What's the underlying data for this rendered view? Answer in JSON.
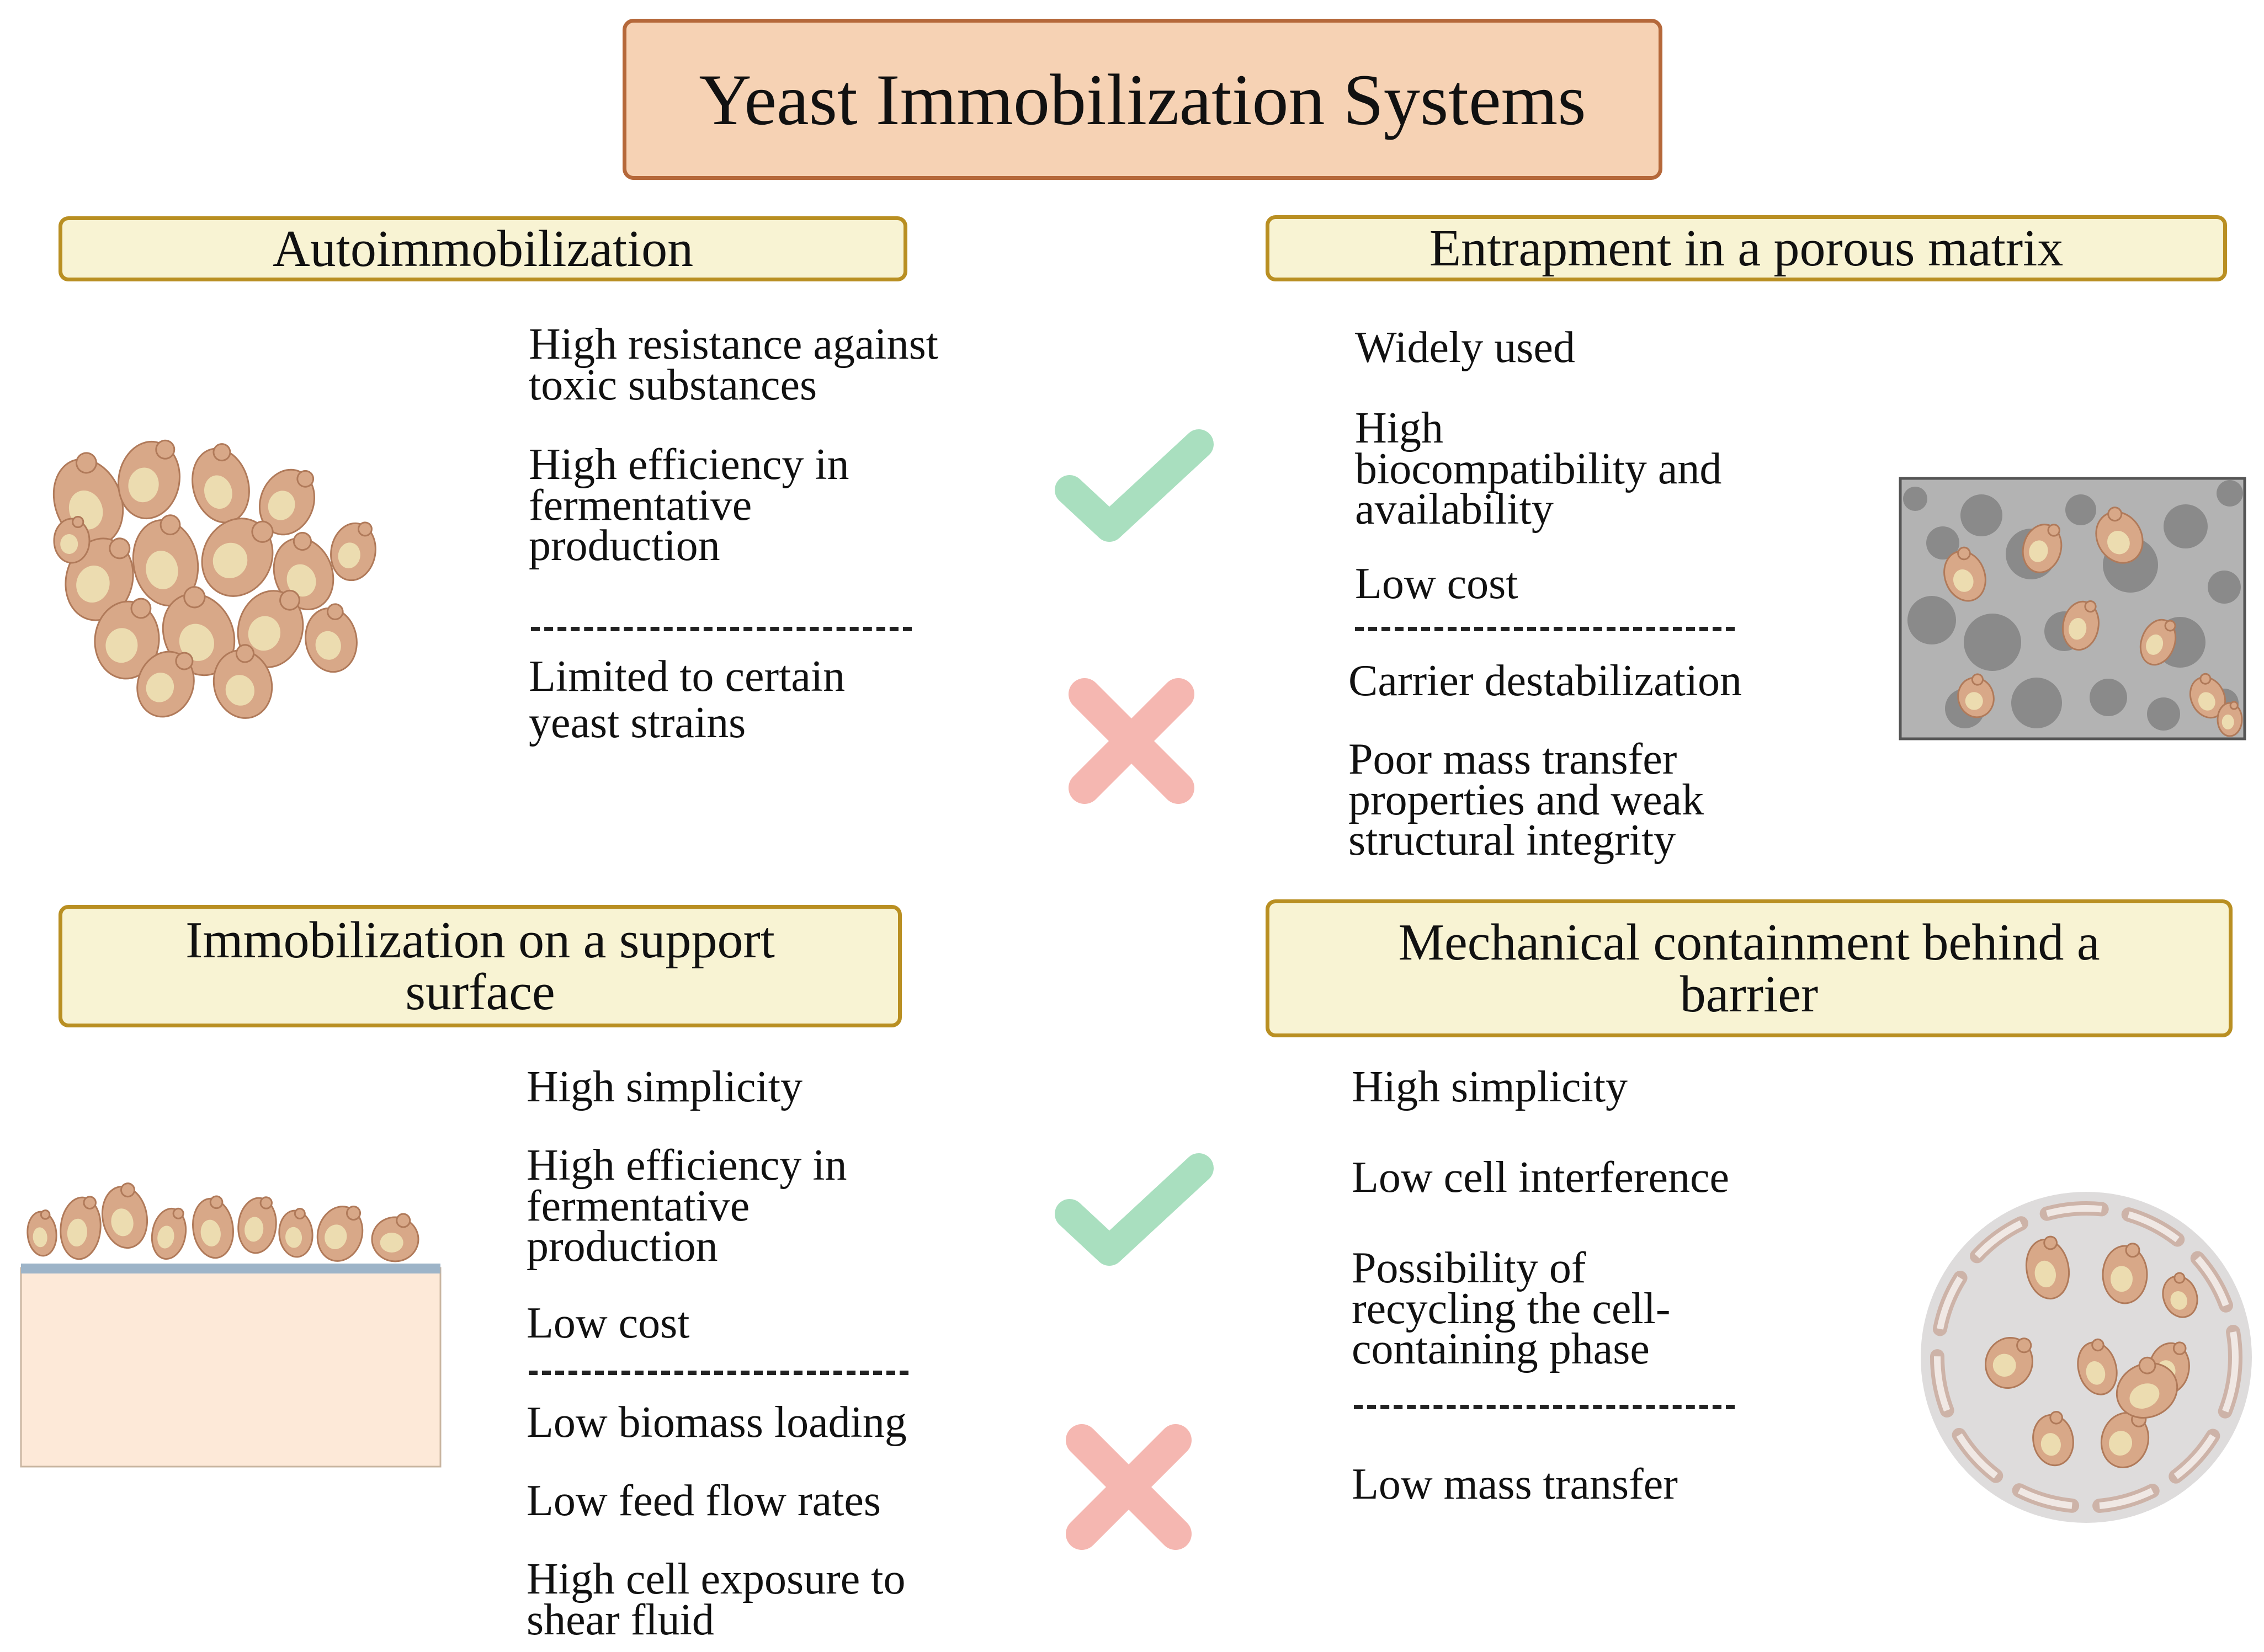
{
  "title": "Yeast Immobilization Systems",
  "colors": {
    "title_fill": "#f6d2b4",
    "title_border": "#b5683a",
    "section_fill": "#f8f3d3",
    "section_border": "#b98f22",
    "check": "#a9dfbf",
    "cross": "#f5b7b1",
    "yeast_cell": "#d8a888",
    "yeast_outline": "#b07a5a",
    "yeast_core": "#ecdcb0"
  },
  "sections": [
    {
      "heading": "Autoimmobilization",
      "advantages": [
        "High resistance against\ntoxic substances",
        "High efficiency in\nfermentative\nproduction"
      ],
      "disadvantages": [
        "Limited to certain\nyeast strains"
      ],
      "illustration": "yeast-cluster"
    },
    {
      "heading": "Entrapment in a porous matrix",
      "advantages": [
        "Widely used",
        "High\nbiocompatibility and\navailability",
        "Low cost"
      ],
      "disadvantages": [
        "Carrier destabilization",
        "Poor mass transfer\nproperties and weak\nstructural integrity"
      ],
      "illustration": "porous-matrix-with-yeast"
    },
    {
      "heading": "Immobilization on a support\nsurface",
      "advantages": [
        "High simplicity",
        "High efficiency in\nfermentative\nproduction",
        "Low cost"
      ],
      "disadvantages": [
        "Low biomass loading",
        "Low feed flow rates",
        "High cell exposure to\nshear fluid"
      ],
      "illustration": "yeast-on-support-surface"
    },
    {
      "heading": "Mechanical containment behind a\nbarrier",
      "advantages": [
        "High simplicity",
        "Low cell interference",
        "Possibility of\nrecycling the cell-\ncontaining phase"
      ],
      "disadvantages": [
        "Low mass transfer"
      ],
      "illustration": "yeast-behind-barrier"
    }
  ],
  "icons": {
    "advantage": "check-icon",
    "disadvantage": "cross-icon"
  }
}
